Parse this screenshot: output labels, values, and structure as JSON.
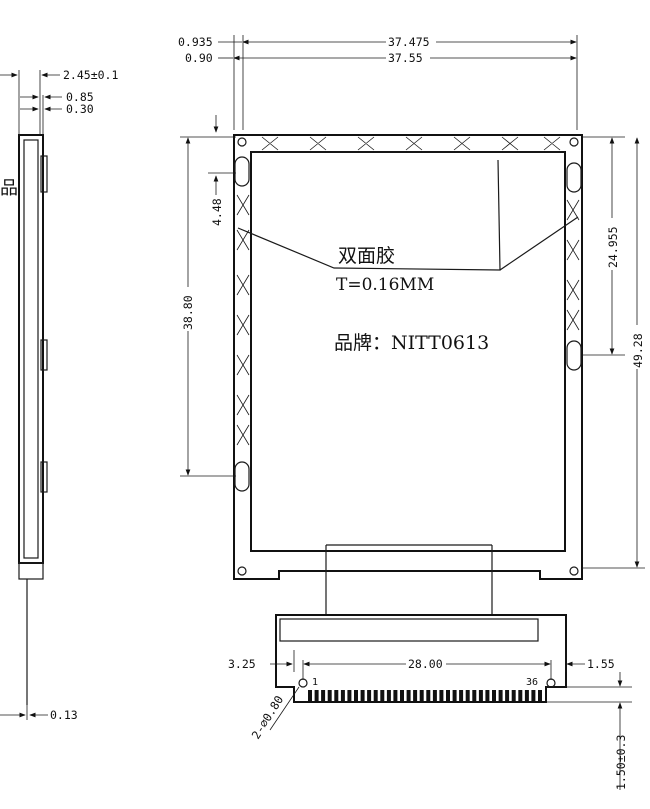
{
  "dimensions": {
    "top_offset_outer": "0.935",
    "top_offset_inner": "0.90",
    "width_outer": "37.475",
    "width_inner": "37.55",
    "left_thickness": "2.45±0.1",
    "left_a": "0.85",
    "left_b": "0.30",
    "hole_spacing": "4.48",
    "viewing_height": "38.80",
    "right_upper": "24.955",
    "total_height": "49.28",
    "fpc_left": "3.25",
    "fpc_pitch_span": "28.00",
    "fpc_right": "1.55",
    "hole_dia": "2-⌀0.80",
    "fpc_thickness": "1.50±0.3",
    "side_bottom": "0.13"
  },
  "labels": {
    "tape_name": "双面胶",
    "tape_thickness": "T=0.16MM",
    "brand": "品牌：NITT0613",
    "side_cut_text": "品"
  },
  "pins": {
    "first": "1",
    "last": "36"
  }
}
